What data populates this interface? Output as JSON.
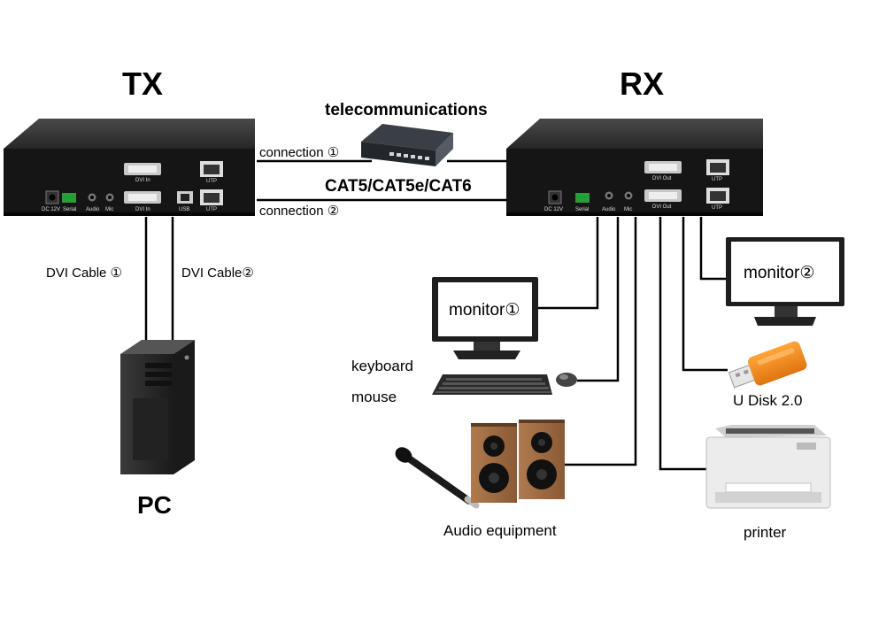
{
  "tx": {
    "title": "TX",
    "ports": {
      "dc": "DC 12V",
      "serial": "Serial",
      "audio": "Audio",
      "mic": "Mic",
      "dvi_top": "DVI In",
      "dvi_bottom": "DVI In",
      "usb": "USB",
      "utp_top": "UTP",
      "utp_bottom": "UTP"
    }
  },
  "rx": {
    "title": "RX",
    "ports": {
      "dc": "DC 12V",
      "serial": "Serial",
      "audio": "Audio",
      "mic": "Mic",
      "dvi_top": "DVI Out",
      "dvi_bottom": "DVI Out",
      "utp_top": "UTP",
      "utp_bottom": "UTP"
    }
  },
  "network": {
    "switch_label": "telecommunications",
    "connection1": "connection ①",
    "connection2": "connection ②",
    "cable_type": "CAT5/CAT5e/CAT6"
  },
  "pc": {
    "label": "PC",
    "dvi_cable1": "DVI Cable ①",
    "dvi_cable2": "DVI Cable②"
  },
  "peripherals": {
    "monitor1": "monitor①",
    "monitor2": "monitor②",
    "keyboard": "keyboard",
    "mouse": "mouse",
    "udisk": "U Disk 2.0",
    "audio": "Audio equipment",
    "printer": "printer"
  },
  "colors": {
    "device_body": "#2b2b2b",
    "device_front": "#111111",
    "line": "#000000",
    "udisk": "#f28a1e"
  }
}
